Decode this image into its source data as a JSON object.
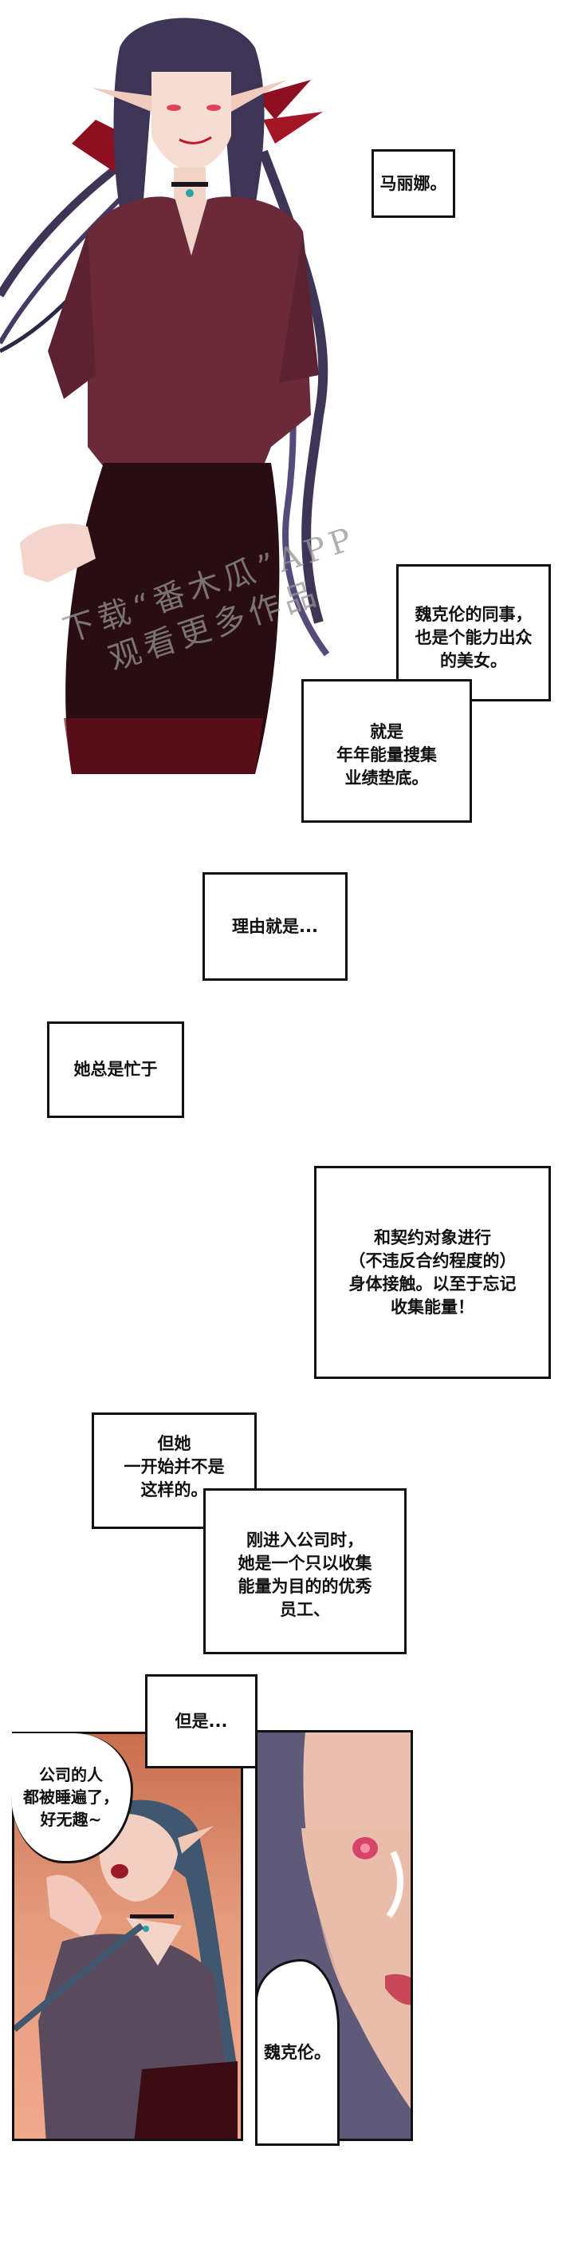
{
  "comic": {
    "character_name_caption": "马丽娜。",
    "watermark": {
      "line1": "下载“番木瓜”APP",
      "line2": "观看更多作品"
    },
    "narration": [
      {
        "id": "colleague",
        "text": "魏克伦的同事，\n也是个能力出众\n的美女。"
      },
      {
        "id": "ranking",
        "text": "就是\n年年能量搜集\n业绩垫底。"
      },
      {
        "id": "reason",
        "text": "理由就是..."
      },
      {
        "id": "always-busy",
        "text": "她总是忙于"
      },
      {
        "id": "contact",
        "text": "和契约对象进行\n（不违反合约程度的）\n身体接触。以至于忘记\n收集能量！"
      },
      {
        "id": "not-like-this",
        "text": "但她\n一开始并不是\n这样的。"
      },
      {
        "id": "newcomer",
        "text": "刚进入公司时，\n她是一个只以收集\n能量为目的的优秀\n员工、"
      },
      {
        "id": "but",
        "text": "但是..."
      }
    ],
    "speech": [
      {
        "id": "bored",
        "text": "公司的人\n都被睡遍了，\n好无趣~"
      },
      {
        "id": "name-call",
        "text": "魏克伦。"
      }
    ]
  },
  "colors": {
    "hair": "#3d3456",
    "blouse": "#6a2a3a",
    "skirt": "#2a0d12",
    "accent_red": "#8e1020",
    "skin": "#f6ddd2",
    "panel_left_bg": "#e59a7c",
    "panel_right_hair": "#6f6684"
  }
}
